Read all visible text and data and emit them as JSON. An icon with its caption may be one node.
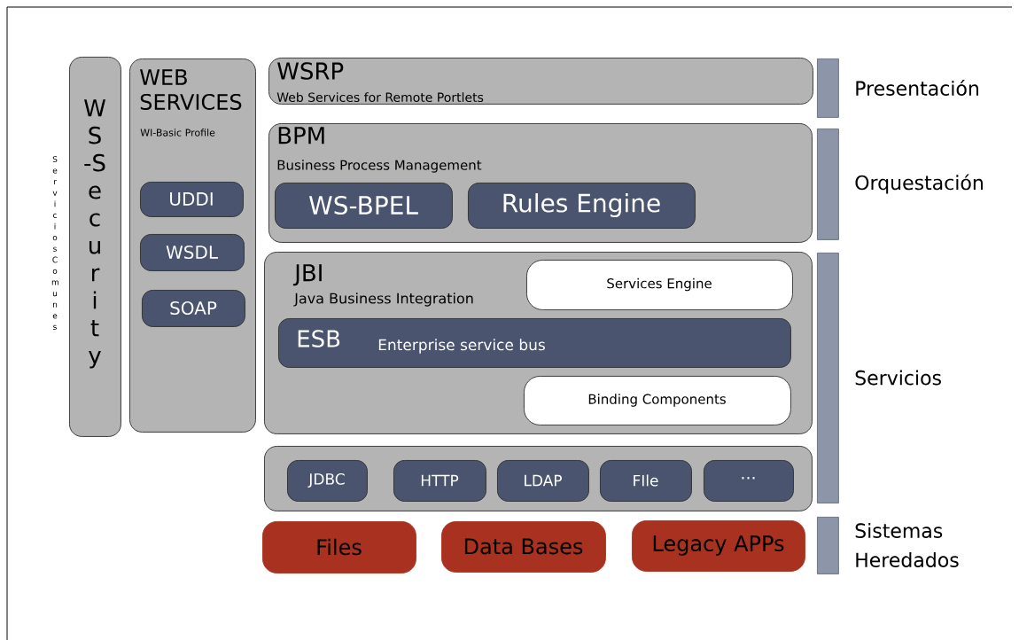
{
  "diagram": {
    "nodes": [
      {
        "text": [
          "WS-Security"
        ],
        "beside": [
          "Servicios Comunes"
        ]
      },
      {
        "text": [
          "WEB SERVICES",
          "WI-Basic Profile"
        ]
      },
      {
        "text": [
          "UDDI"
        ],
        "in": 1
      },
      {
        "text": [
          "WSDL"
        ],
        "in": 1
      },
      {
        "text": [
          "SOAP"
        ],
        "in": 1
      },
      {
        "text": [
          "WSRP",
          "Web Services for Remote Portlets"
        ]
      },
      {
        "text": [
          "BPM",
          "Business Process Management"
        ]
      },
      {
        "text": [
          "WS-BPEL"
        ],
        "in": 6
      },
      {
        "text": [
          "Rules Engine"
        ],
        "in": 6
      },
      {
        "text": [
          "JBI",
          "Java Business Integration"
        ]
      },
      {
        "text": [
          "Services Engine"
        ],
        "in": 9
      },
      {
        "text": [
          "ESB",
          "Enterprise service bus"
        ],
        "in": 9
      },
      {
        "text": [
          "Binding Components"
        ],
        "in": 9
      },
      {
        "text": [],
        "shape": "box"
      },
      {
        "text": [
          "JDBC"
        ],
        "in": 13
      },
      {
        "text": [
          "HTTP"
        ],
        "in": 13
      },
      {
        "text": [
          "LDAP"
        ],
        "in": 13
      },
      {
        "text": [
          "FIle"
        ],
        "in": 13
      },
      {
        "text": [
          "···"
        ],
        "in": 13
      },
      {
        "text": [
          "Files"
        ]
      },
      {
        "text": [
          "Data Bases"
        ]
      },
      {
        "text": [
          "Legacy APPs"
        ]
      },
      {
        "text": [],
        "shape": "bar",
        "beside": [
          "Presentación"
        ]
      },
      {
        "text": [],
        "shape": "bar",
        "beside": [
          "Orquestación"
        ]
      },
      {
        "text": [],
        "shape": "bar",
        "beside": [
          "Servicios"
        ]
      },
      {
        "text": [],
        "shape": "bar",
        "beside": [
          "Sistemas Heredados"
        ]
      }
    ]
  }
}
